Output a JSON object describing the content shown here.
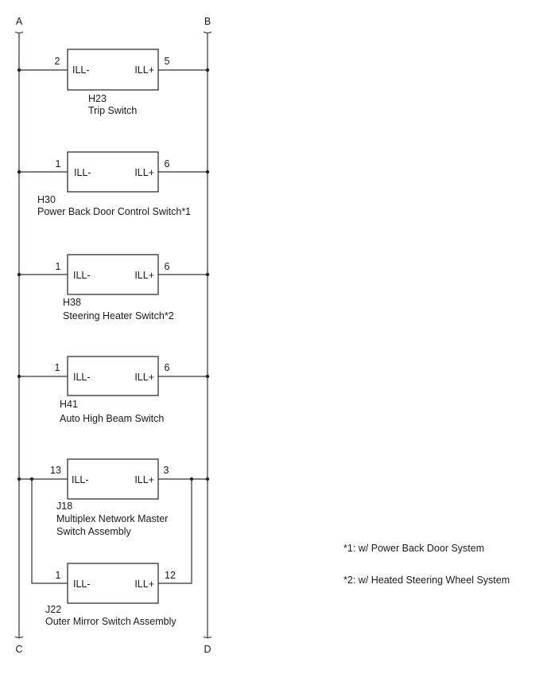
{
  "rails": {
    "top_left": "A",
    "top_right": "B",
    "bottom_left": "C",
    "bottom_right": "D"
  },
  "components": [
    {
      "id": "H23",
      "name": "Trip Switch",
      "left_pin_label": "ILL-",
      "left_pin_no": "2",
      "right_pin_label": "ILL+",
      "right_pin_no": "5"
    },
    {
      "id": "H30",
      "name": "Power Back Door Control Switch*1",
      "left_pin_label": "ILL-",
      "left_pin_no": "1",
      "right_pin_label": "ILL+",
      "right_pin_no": "6"
    },
    {
      "id": "H38",
      "name": "Steering Heater Switch*2",
      "left_pin_label": "ILL-",
      "left_pin_no": "1",
      "right_pin_label": "ILL+",
      "right_pin_no": "6"
    },
    {
      "id": "H41",
      "name": "Auto High Beam Switch",
      "left_pin_label": "ILL-",
      "left_pin_no": "1",
      "right_pin_label": "ILL+",
      "right_pin_no": "6"
    },
    {
      "id": "J18",
      "name_line1": "Multiplex Network Master",
      "name_line2": "Switch Assembly",
      "left_pin_label": "ILL-",
      "left_pin_no": "13",
      "right_pin_label": "ILL+",
      "right_pin_no": "3"
    },
    {
      "id": "J22",
      "name": "Outer Mirror Switch Assembly",
      "left_pin_label": "ILL-",
      "left_pin_no": "1",
      "right_pin_label": "ILL+",
      "right_pin_no": "12"
    }
  ],
  "notes": [
    "*1: w/ Power Back Door System",
    "*2: w/ Heated Steering Wheel System"
  ]
}
